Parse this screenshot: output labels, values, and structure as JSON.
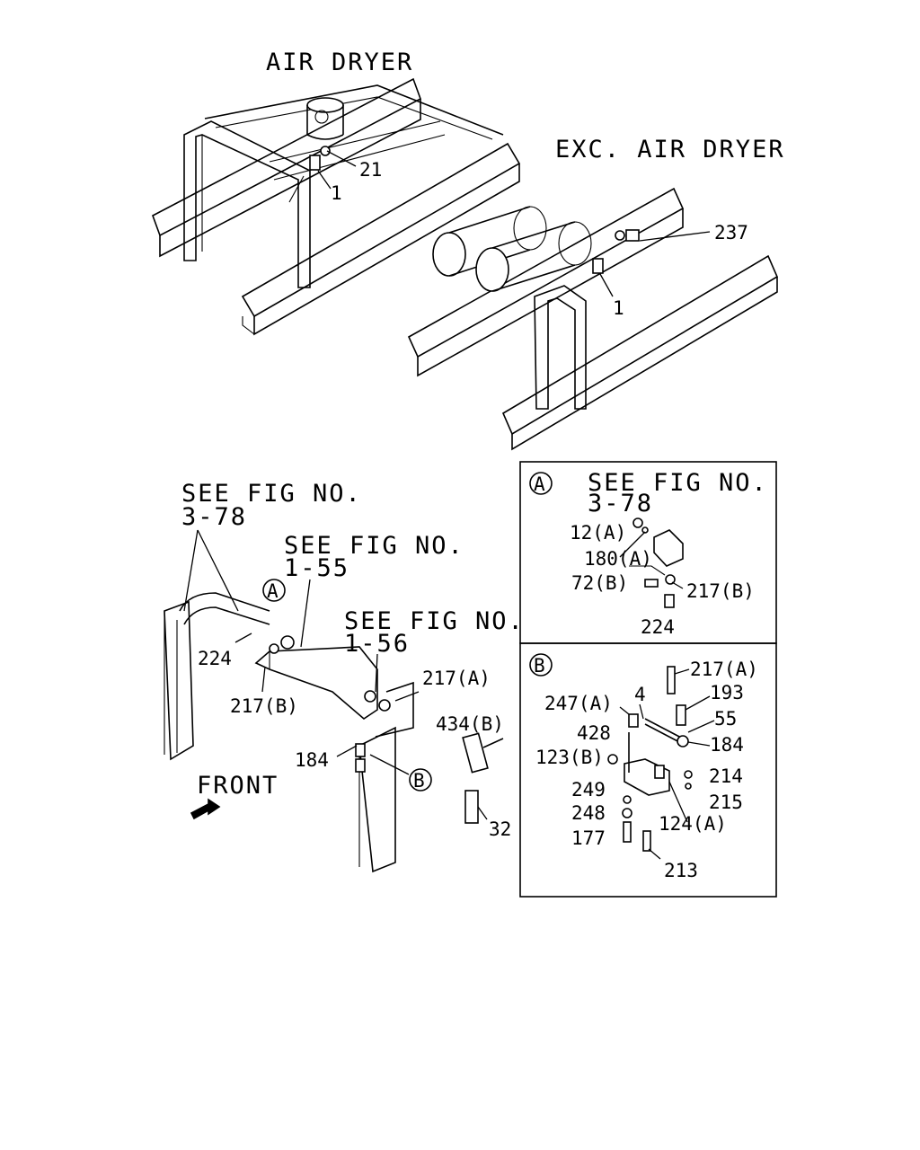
{
  "views": {
    "air_dryer": {
      "title": "AIR DRYER",
      "callouts": [
        "21",
        "1"
      ]
    },
    "exc_air_dryer": {
      "title": "EXC. AIR DRYER",
      "callouts": [
        "237",
        "1"
      ]
    },
    "main": {
      "refs": [
        "SEE FIG NO.",
        "3-78",
        "SEE FIG NO.",
        "1-55",
        "SEE FIG NO.",
        "1-56"
      ],
      "callouts": [
        "224",
        "217(B)",
        "217(A)",
        "184",
        "434(B)",
        "32"
      ],
      "detail_markers": [
        "A",
        "B"
      ],
      "front_label": "FRONT"
    },
    "detail_a": {
      "marker": "A",
      "ref": [
        "SEE FIG NO.",
        "3-78"
      ],
      "callouts": [
        "12(A)",
        "180(A)",
        "72(B)",
        "217(B)",
        "224"
      ]
    },
    "detail_b": {
      "marker": "B",
      "callouts": [
        "217(A)",
        "247(A)",
        "4",
        "193",
        "55",
        "428",
        "184",
        "123(B)",
        "214",
        "249",
        "215",
        "248",
        "124(A)",
        "177",
        "213"
      ]
    }
  }
}
